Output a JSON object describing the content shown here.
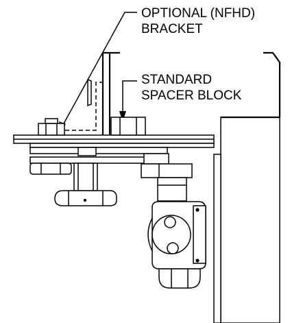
{
  "callouts": {
    "optional_bracket": {
      "line1": "OPTIONAL (NFHD)",
      "line2": "BRACKET"
    },
    "standard_spacer_block": {
      "line1": "STANDARD",
      "line2": "SPACER BLOCK"
    }
  },
  "colors": {
    "line": "#000000",
    "background": "#ffffff"
  }
}
